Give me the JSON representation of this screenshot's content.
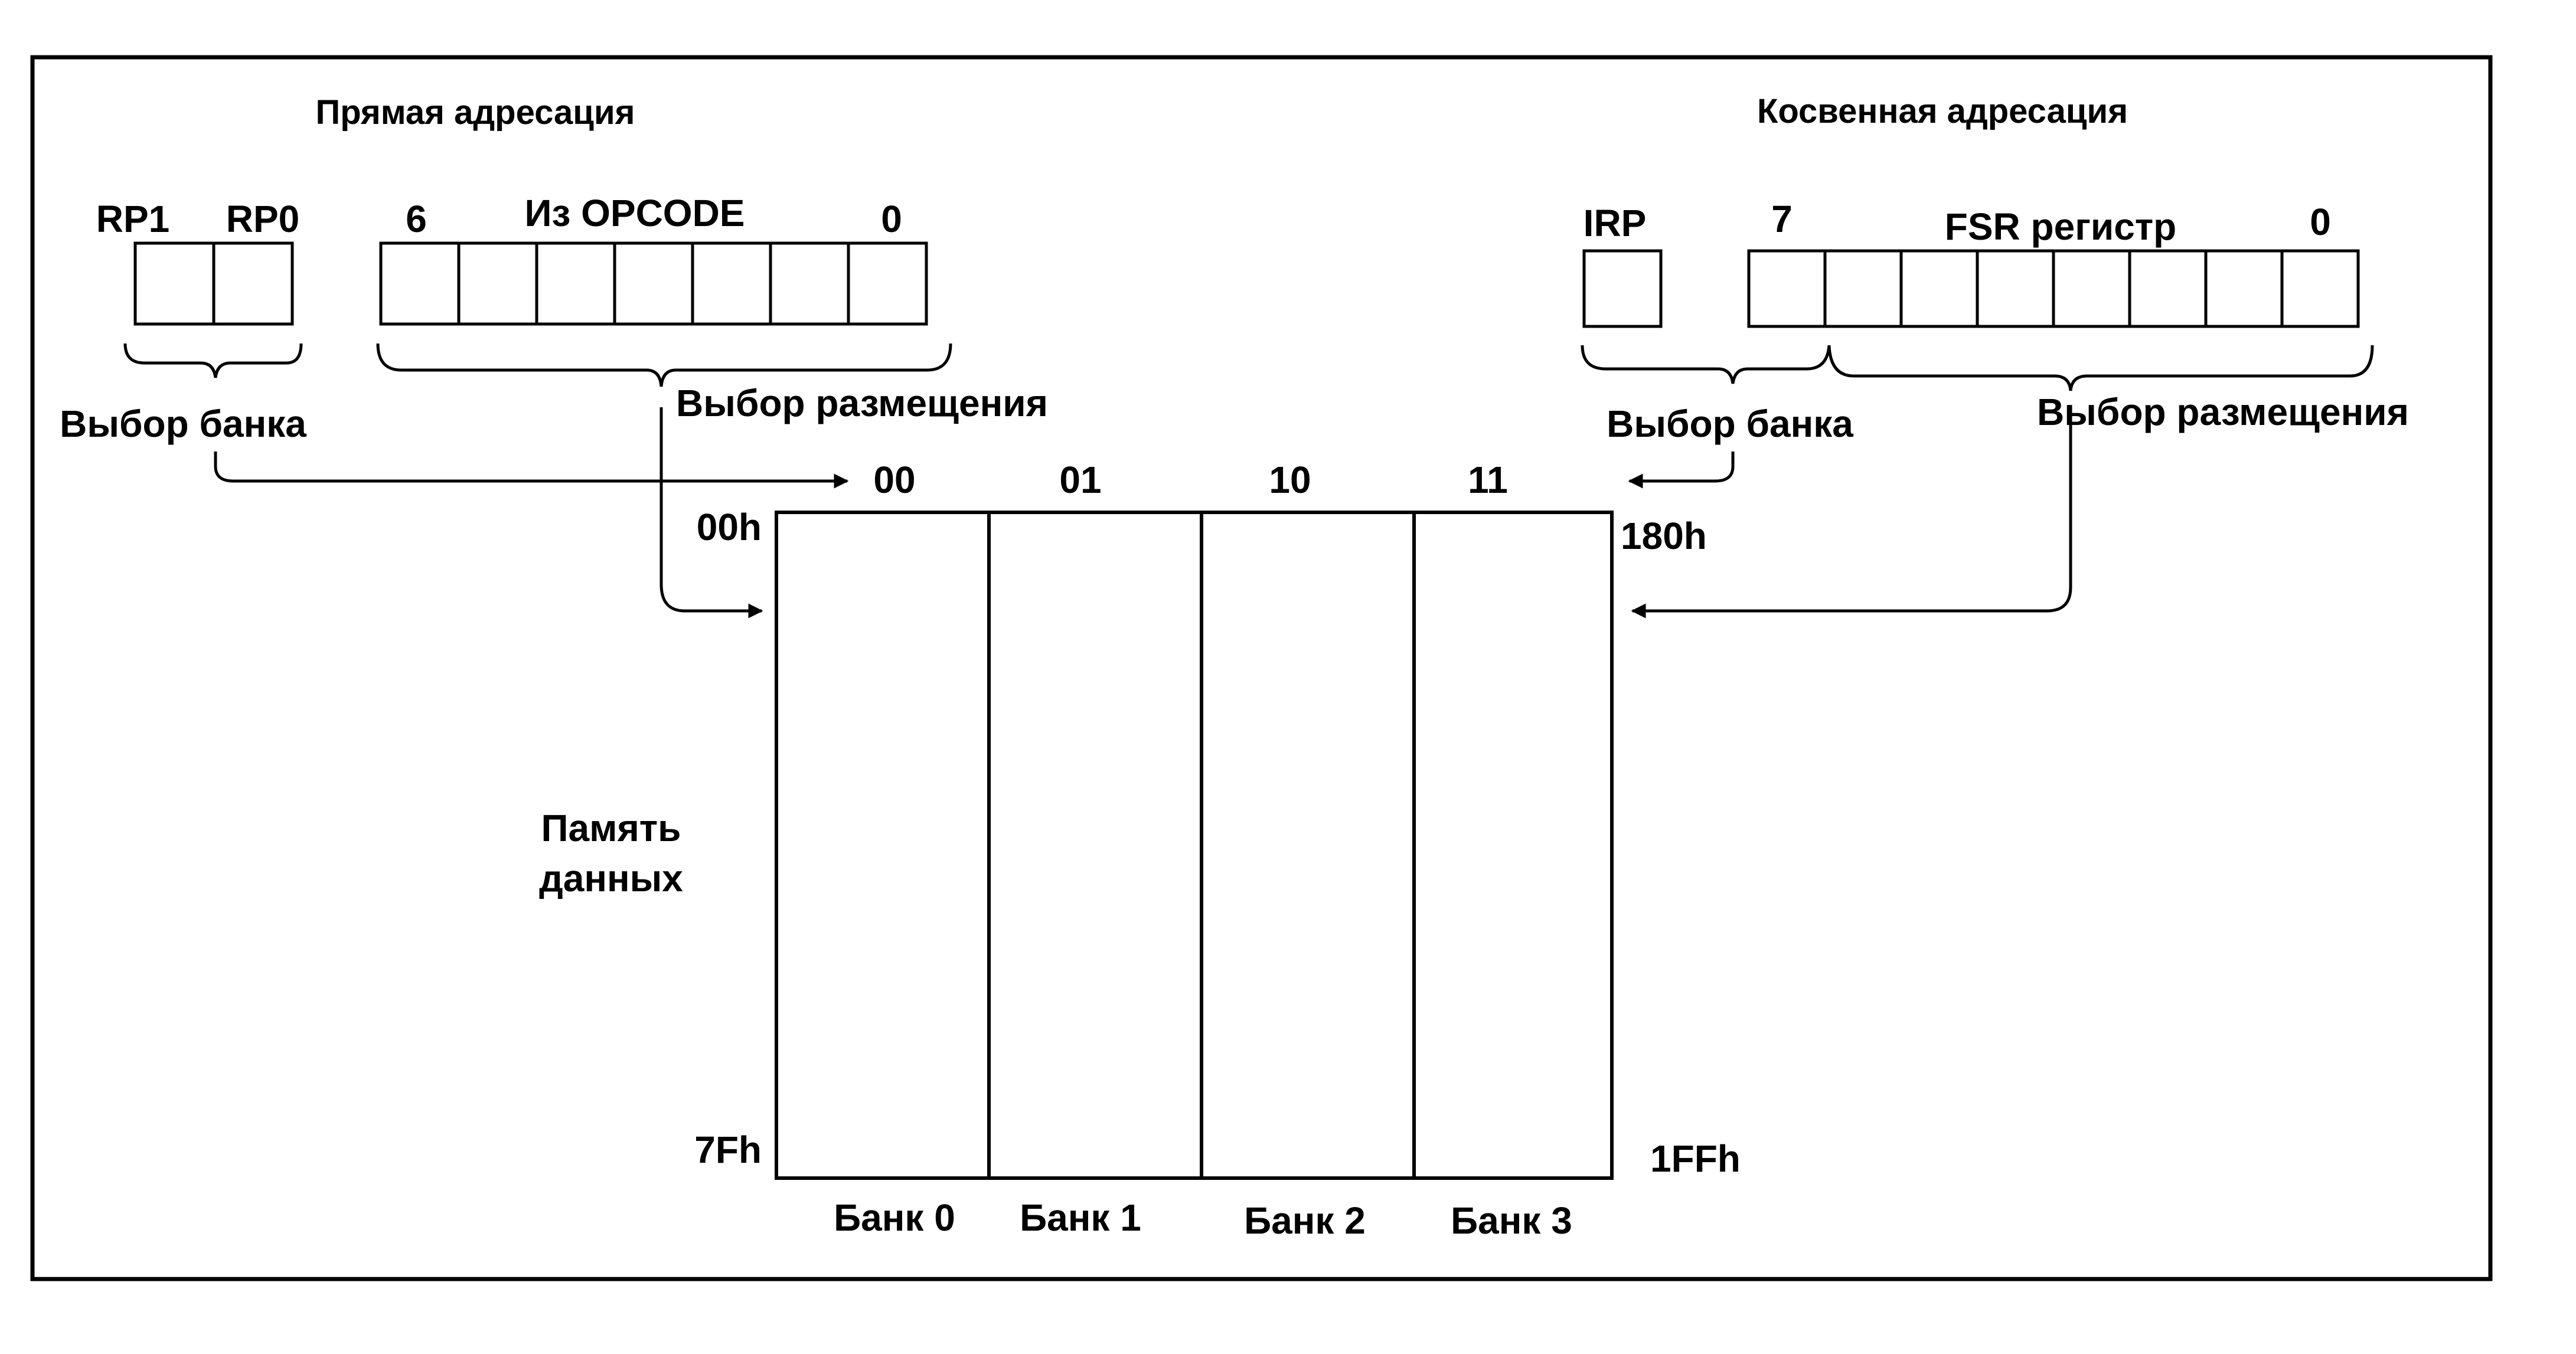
{
  "direct": {
    "title": "Прямая адресация",
    "rp1": "RP1",
    "rp0": "RP0",
    "opcode_hi": "6",
    "opcode_label": "Из OPCODE",
    "opcode_lo": "0",
    "bank_select": "Выбор банка",
    "location_select": "Выбор размещения"
  },
  "indirect": {
    "title": "Косвенная адресация",
    "irp": "IRP",
    "fsr_hi": "7",
    "fsr_label": "FSR регистр",
    "fsr_lo": "0",
    "bank_select": "Выбор банка",
    "location_select": "Выбор размещения"
  },
  "memory": {
    "label_line1": "Память",
    "label_line2": "данных",
    "addr_start_left": "00h",
    "addr_end_left": "7Fh",
    "addr_start_right": "180h",
    "addr_end_right": "1FFh",
    "bank_codes": [
      "00",
      "01",
      "10",
      "11"
    ],
    "banks": [
      "Банк 0",
      "Банк 1",
      "Банк 2",
      "Банк 3"
    ]
  }
}
